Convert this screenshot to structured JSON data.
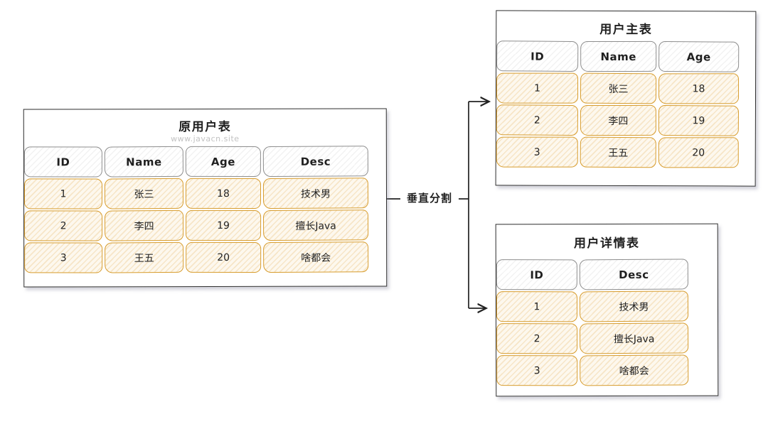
{
  "connector": {
    "label": "垂直分割"
  },
  "original_table": {
    "title": "原用户表",
    "watermark": "www.javacn.site",
    "columns": [
      "ID",
      "Name",
      "Age",
      "Desc"
    ],
    "rows": [
      [
        "1",
        "张三",
        "18",
        "技术男"
      ],
      [
        "2",
        "李四",
        "19",
        "擅长Java"
      ],
      [
        "3",
        "王五",
        "20",
        "啥都会"
      ]
    ]
  },
  "main_table": {
    "title": "用户主表",
    "columns": [
      "ID",
      "Name",
      "Age"
    ],
    "rows": [
      [
        "1",
        "张三",
        "18"
      ],
      [
        "2",
        "李四",
        "19"
      ],
      [
        "3",
        "王五",
        "20"
      ]
    ]
  },
  "detail_table": {
    "title": "用户详情表",
    "columns": [
      "ID",
      "Desc"
    ],
    "rows": [
      [
        "1",
        "技术男"
      ],
      [
        "2",
        "擅长Java"
      ],
      [
        "3",
        "啥都会"
      ]
    ]
  },
  "colors": {
    "data_border": "#d79c2d",
    "data_fill": "#fdf8ee",
    "header_border": "#8d8d8d",
    "header_fill": "#ffffff",
    "line": "#222222"
  }
}
